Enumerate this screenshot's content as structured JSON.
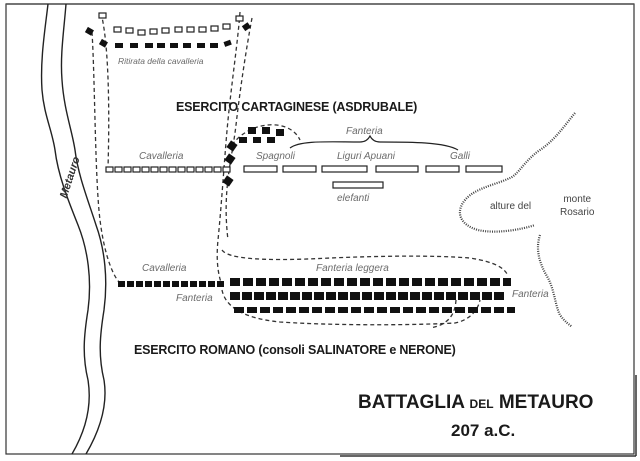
{
  "title": {
    "battle_word": "BATTAGLIA",
    "del_word": "DEL",
    "place_word": "METAURO",
    "date": "207 a.C."
  },
  "river": {
    "name": "Metauro"
  },
  "carthaginian_army": {
    "heading": "ESERCITO CARTAGINESE (ASDRUBALE)",
    "cavalry_label": "Cavalleria",
    "retreat_label": "Ritirata della cavalleria",
    "infantry_label": "Fanteria",
    "units": [
      "Spagnoli",
      "Liguri Apuani",
      "Galli"
    ],
    "elephants_label": "elefanti"
  },
  "roman_army": {
    "heading": "ESERCITO ROMANO (consoli SALINATORE e NERONE)",
    "cavalry_label": "Cavalleria",
    "infantry_left_label": "Fanteria",
    "light_infantry_label": "Fanteria leggera",
    "infantry_right_label": "Fanteria"
  },
  "terrain": {
    "heights_label": "alture del",
    "mountain_label_line1": "monte",
    "mountain_label_line2": "Rosario"
  },
  "colors": {
    "ink": "#1a1a1a",
    "label_gray": "#6b6b6b",
    "background": "#ffffff"
  }
}
